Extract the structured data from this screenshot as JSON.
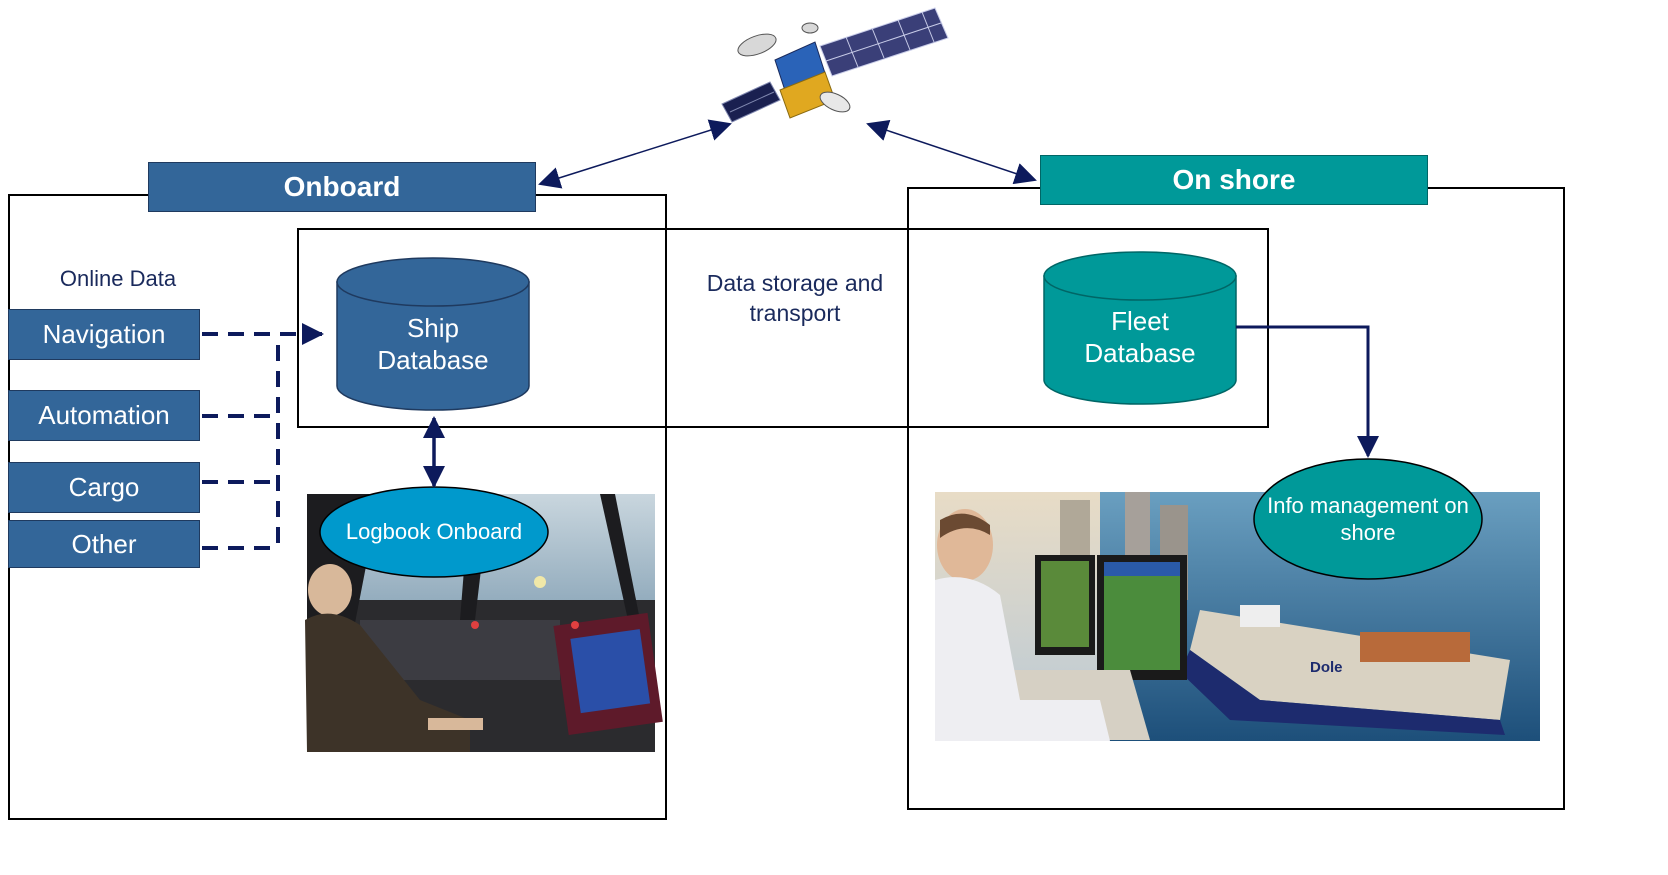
{
  "onboard": {
    "header": "Onboard",
    "online_data_label": "Online Data",
    "sources": [
      "Navigation",
      "Automation",
      "Cargo",
      "Other"
    ],
    "ship_db": {
      "line1": "Ship",
      "line2": "Database"
    },
    "logbook": "Logbook Onboard"
  },
  "shore": {
    "header": "On shore",
    "fleet_db": {
      "line1": "Fleet",
      "line2": "Database"
    },
    "info_mgmt": {
      "line1": "Info management on",
      "line2": "shore"
    }
  },
  "storage_label": {
    "line1": "Data storage and",
    "line2": "transport"
  },
  "colors": {
    "onboard_blue": "#336699",
    "shore_teal": "#009999",
    "logbook_cyan": "#0099cc",
    "arrow_navy": "#0d1a5c",
    "text_navy": "#1a2a5c"
  },
  "icons": [
    "satellite-icon",
    "ship-bridge-photo",
    "shore-office-photo"
  ]
}
